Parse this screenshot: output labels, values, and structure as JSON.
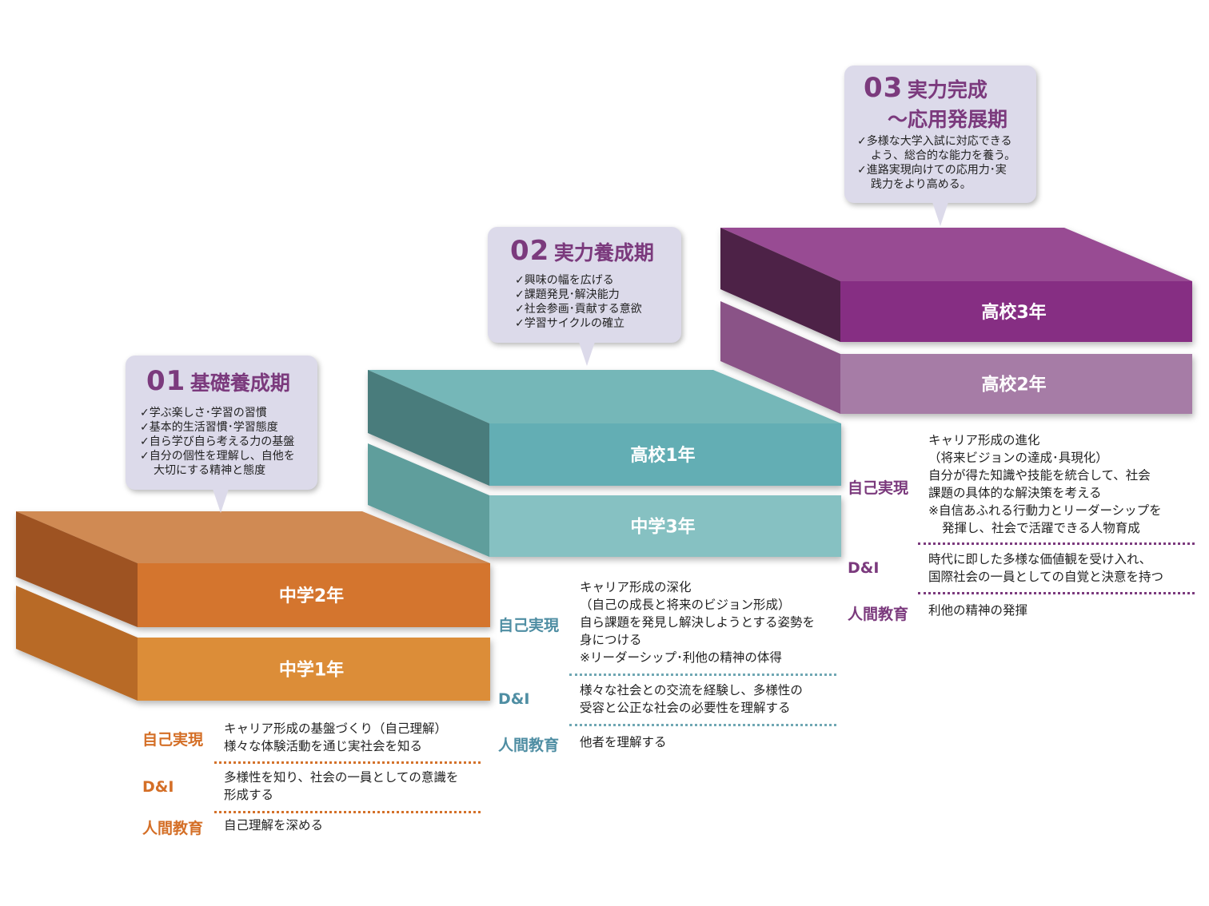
{
  "stages": [
    {
      "id": "stage1",
      "number": "01",
      "name": "基礎養成期",
      "points": [
        "✓学ぶ楽しさ･学習の習慣",
        "✓基本的生活習慣･学習態度",
        "✓自ら学び自ら考える力の基盤",
        "✓自分の個性を理解し、自他を",
        "大切にする精神と態度"
      ],
      "upper_block": "中学2年",
      "lower_block": "中学1年",
      "categories": [
        {
          "label": "自己実現",
          "lines": [
            "キャリア形成の基盤づくり（自己理解）",
            "様々な体験活動を通じ実社会を知る"
          ]
        },
        {
          "label": "D&I",
          "lines": [
            "多様性を知り、社会の一員としての意識を",
            "形成する"
          ]
        },
        {
          "label": "人間教育",
          "lines": [
            "自己理解を深める"
          ]
        }
      ],
      "colors": {
        "top": "#d08a52",
        "front": "#d4742f",
        "side": "#9e5220",
        "front_low": "#dc8d38",
        "side_low": "#b86a26",
        "accent": "#d46f27"
      }
    },
    {
      "id": "stage2",
      "number": "02",
      "name": "実力養成期",
      "points": [
        "✓興味の幅を広げる",
        "✓課題発見･解決能力",
        "✓社会参画･貢献する意欲",
        "✓学習サイクルの確立"
      ],
      "upper_block": "高校1年",
      "lower_block": "中学3年",
      "categories": [
        {
          "label": "自己実現",
          "lines": [
            "キャリア形成の深化",
            "（自己の成長と将来のビジョン形成）",
            "自ら課題を発見し解決しようとする姿勢を",
            "身につける",
            "※リーダーシップ･利他の精神の体得"
          ]
        },
        {
          "label": "D&I",
          "lines": [
            "様々な社会との交流を経験し、多様性の",
            "受容と公正な社会の必要性を理解する"
          ]
        },
        {
          "label": "人間教育",
          "lines": [
            "他者を理解する"
          ]
        }
      ],
      "colors": {
        "top": "#75b7b8",
        "front": "#63aeb4",
        "side": "#4a7c7c",
        "front_low": "#86c1c2",
        "side_low": "#5e9e9c",
        "accent": "#4f8ea3"
      }
    },
    {
      "id": "stage3",
      "number": "03",
      "name": "実力完成",
      "name2": "〜応用発展期",
      "points": [
        "✓多様な大学入試に対応できる",
        "よう、総合的な能力を養う。",
        "✓進路実現向けての応用力･実",
        "践力をより高める。"
      ],
      "upper_block": "高校3年",
      "lower_block": "高校2年",
      "categories": [
        {
          "label": "自己実現",
          "lines": [
            "キャリア形成の進化",
            "（将来ビジョンの達成･具現化）",
            "自分が得た知識や技能を統合して、社会",
            "課題の具体的な解決策を考える",
            "※自信あふれる行動力とリーダーシップを",
            "発揮し、社会で活躍できる人物育成"
          ]
        },
        {
          "label": "D&I",
          "lines": [
            "時代に即した多様な価値観を受け入れ、",
            "国際社会の一員としての自覚と決意を持つ"
          ]
        },
        {
          "label": "人間教育",
          "lines": [
            "利他の精神の発揮"
          ]
        }
      ],
      "colors": {
        "top": "#984b93",
        "front": "#862e83",
        "side": "#4e2147",
        "front_low": "#a67ba6",
        "side_low": "#8a5387",
        "accent": "#7b3a7d"
      }
    }
  ]
}
